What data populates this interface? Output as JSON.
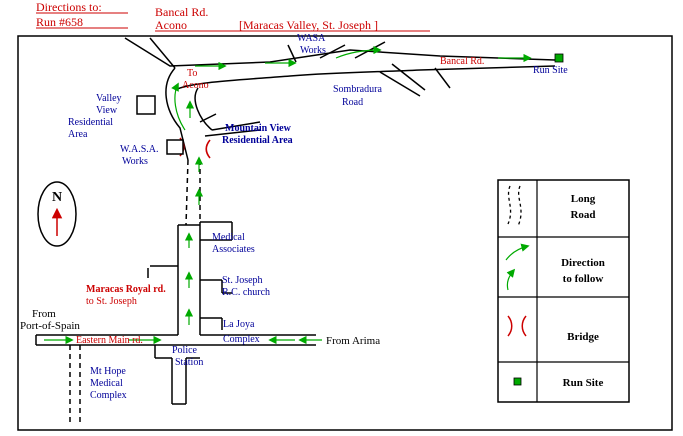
{
  "header": {
    "line1": "Directions to:",
    "line2": "Run #658",
    "road": "Bancal Rd.",
    "acono": "Acono",
    "area": "[Maracas  Valley, St. Joseph ]"
  },
  "labels": {
    "wasa_top": [
      "WASA",
      "Works"
    ],
    "bancal_rd": "Bancal Rd.",
    "run_site": "Run Site",
    "to_acono": [
      "To",
      "Acono"
    ],
    "sombradura": [
      "Sombradura",
      "Road"
    ],
    "valley_view": [
      "Valley",
      "View",
      "Residential",
      "Area"
    ],
    "mountain_view": [
      "Mountain View",
      "Residential Area"
    ],
    "wasa_works": [
      "W.A.S.A.",
      "Works"
    ],
    "north": "N",
    "medical_assoc": [
      "Medical",
      "Associates"
    ],
    "st_joseph_church": [
      "St. Joseph",
      "R.C. church"
    ],
    "maracas_royal": [
      "Maracas Royal rd.",
      "to St. Joseph"
    ],
    "la_joya": [
      "La Joya",
      "Complex"
    ],
    "from_pos": [
      "From",
      "Port-of-Spain"
    ],
    "eastern_main": "Eastern Main rd.",
    "police": [
      "Police",
      "Station"
    ],
    "from_arima": "From Arima",
    "mt_hope": [
      "Mt Hope",
      "Medical",
      "Complex"
    ]
  },
  "legend": {
    "long_road": [
      "Long",
      "Road"
    ],
    "direction": [
      "Direction",
      "to follow"
    ],
    "bridge": "Bridge",
    "run_site": "Run Site"
  },
  "colors": {
    "road_label": "#cc0000",
    "place_label": "#000099",
    "arrow": "#00aa00",
    "bridge": "#cc0000",
    "run_site": "#00aa00"
  }
}
